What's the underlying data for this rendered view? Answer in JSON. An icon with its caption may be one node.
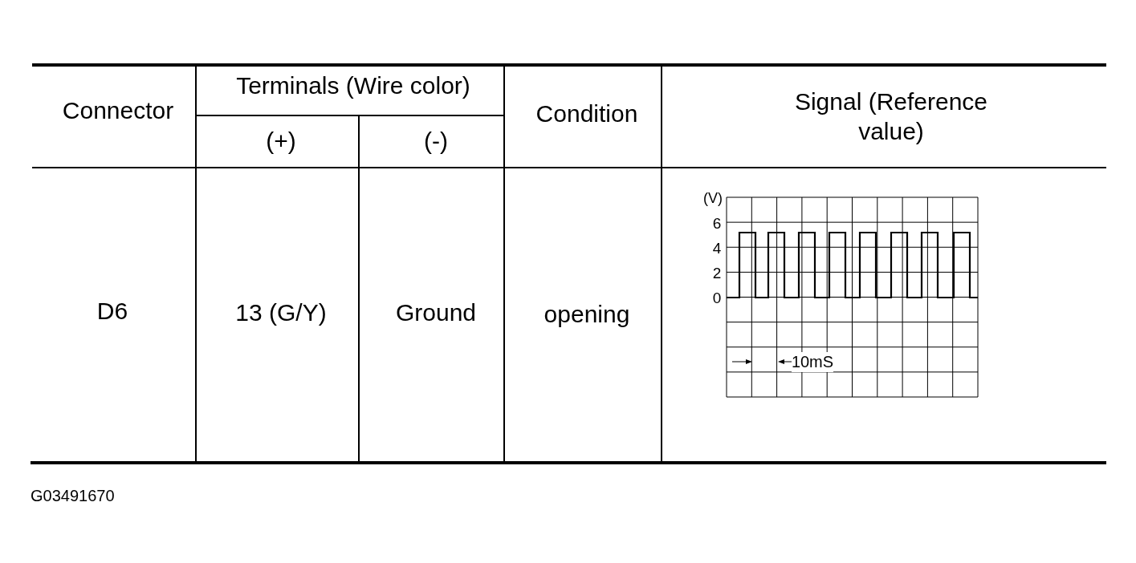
{
  "diagram": {
    "labels": [
      "Connector",
      "Terminals (Wire color)",
      "Condition",
      "Signal (Reference value)",
      "(+)",
      "(-)",
      "D6",
      "13 (G/Y)",
      "Ground",
      "opening",
      "(V)",
      "6",
      "4",
      "2",
      "0",
      "10mS",
      "G03491670"
    ]
  }
}
